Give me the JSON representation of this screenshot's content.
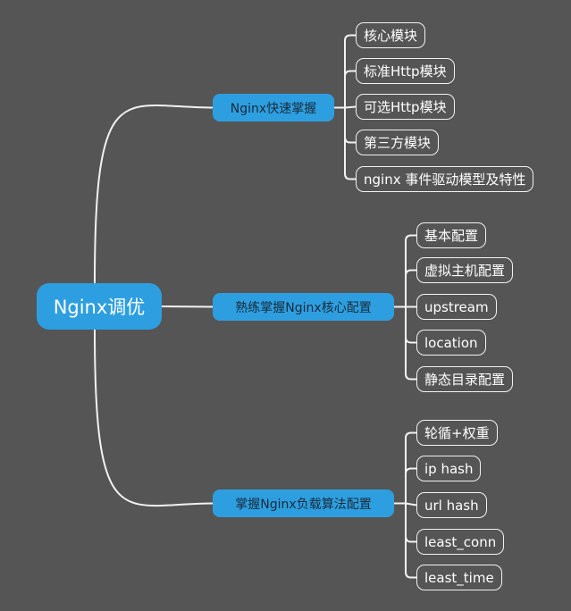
{
  "root": {
    "label": "Nginx调优"
  },
  "branches": [
    {
      "label": "Nginx快速掌握",
      "children": [
        "核心模块",
        "标准Http模块",
        "可选Http模块",
        "第三方模块",
        "nginx 事件驱动模型及特性"
      ]
    },
    {
      "label": "熟练掌握Nginx核心配置",
      "children": [
        "基本配置",
        "虚拟主机配置",
        "upstream",
        "location",
        "静态目录配置"
      ]
    },
    {
      "label": "掌握Nginx负载算法配置",
      "children": [
        "轮循+权重",
        "ip hash",
        "url hash",
        "least_conn",
        "least_time"
      ]
    }
  ],
  "colors": {
    "background": "#555555",
    "node_fill": "#2d9fe0",
    "line": "#f2f2f2"
  }
}
